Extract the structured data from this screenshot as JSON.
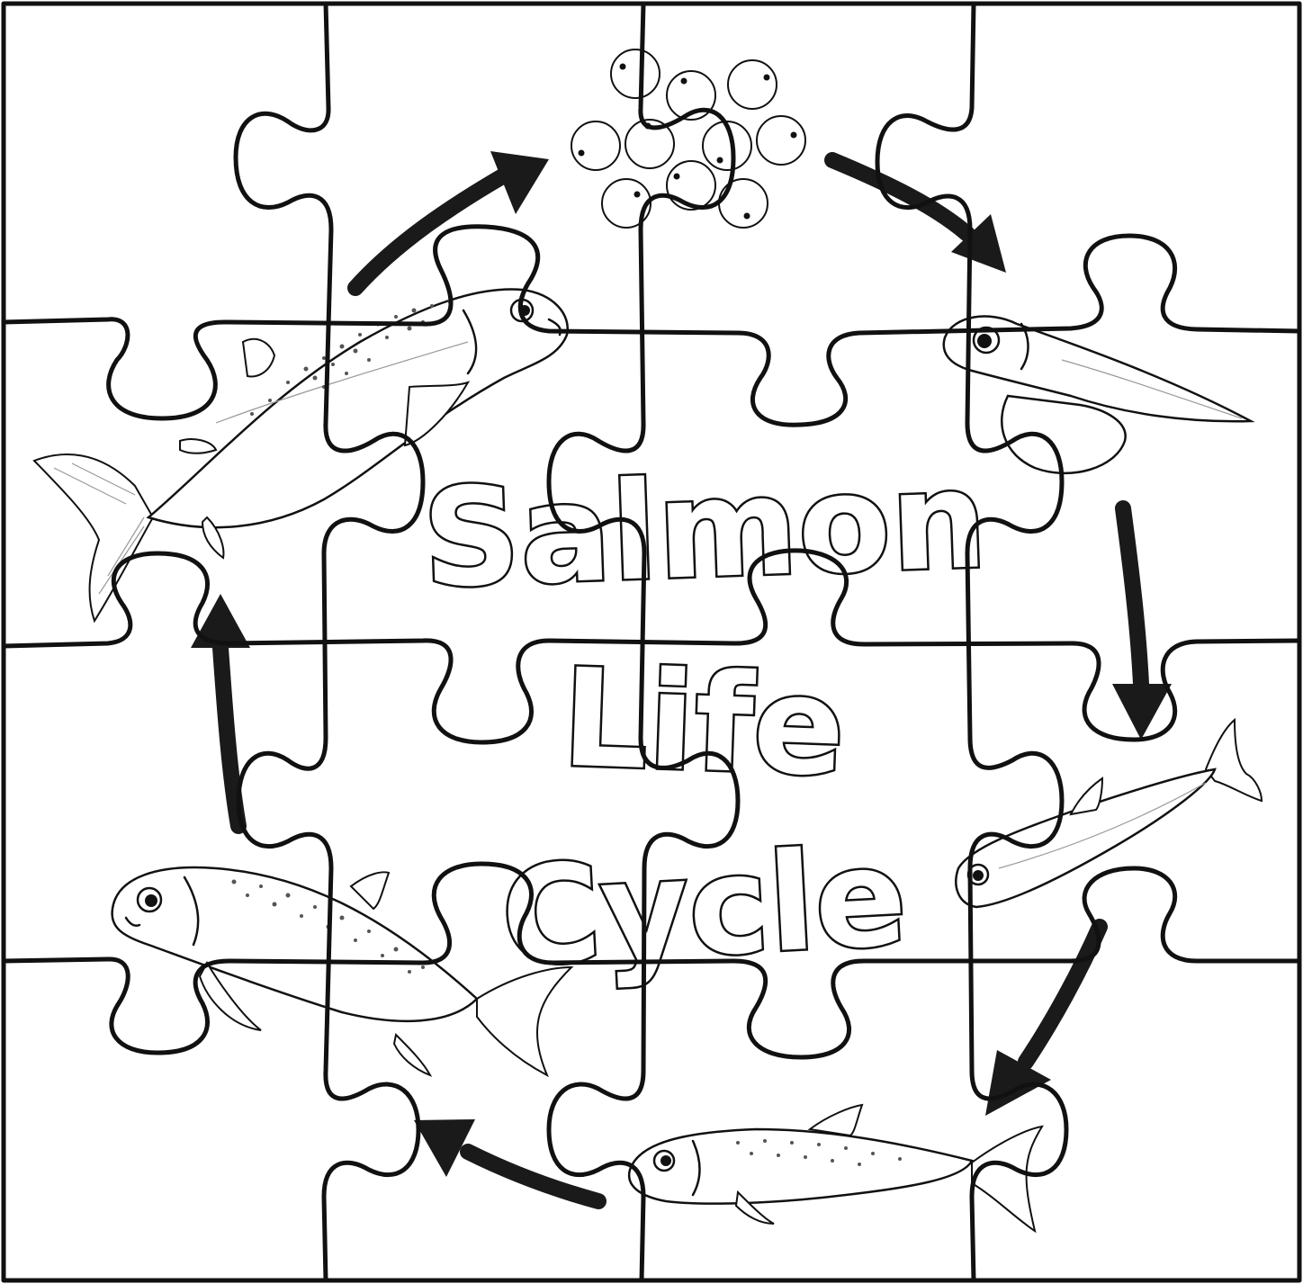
{
  "title": {
    "line1": "Salmon",
    "line2": "Life",
    "line3": "Cycle"
  },
  "colors": {
    "ink": "#111111",
    "arrow": "#1a1a1a",
    "background": "#ffffff",
    "speckle": "#555555"
  },
  "puzzle": {
    "rows": 4,
    "columns": 4
  },
  "stages": [
    {
      "id": "eggs",
      "icon": "egg-cluster-icon"
    },
    {
      "id": "alevin",
      "icon": "alevin-icon"
    },
    {
      "id": "fry",
      "icon": "fry-fish-icon"
    },
    {
      "id": "smolt",
      "icon": "smolt-fish-icon"
    },
    {
      "id": "adult-ocean",
      "icon": "adult-salmon-icon"
    },
    {
      "id": "spawning-adult",
      "icon": "spawning-salmon-icon"
    }
  ]
}
